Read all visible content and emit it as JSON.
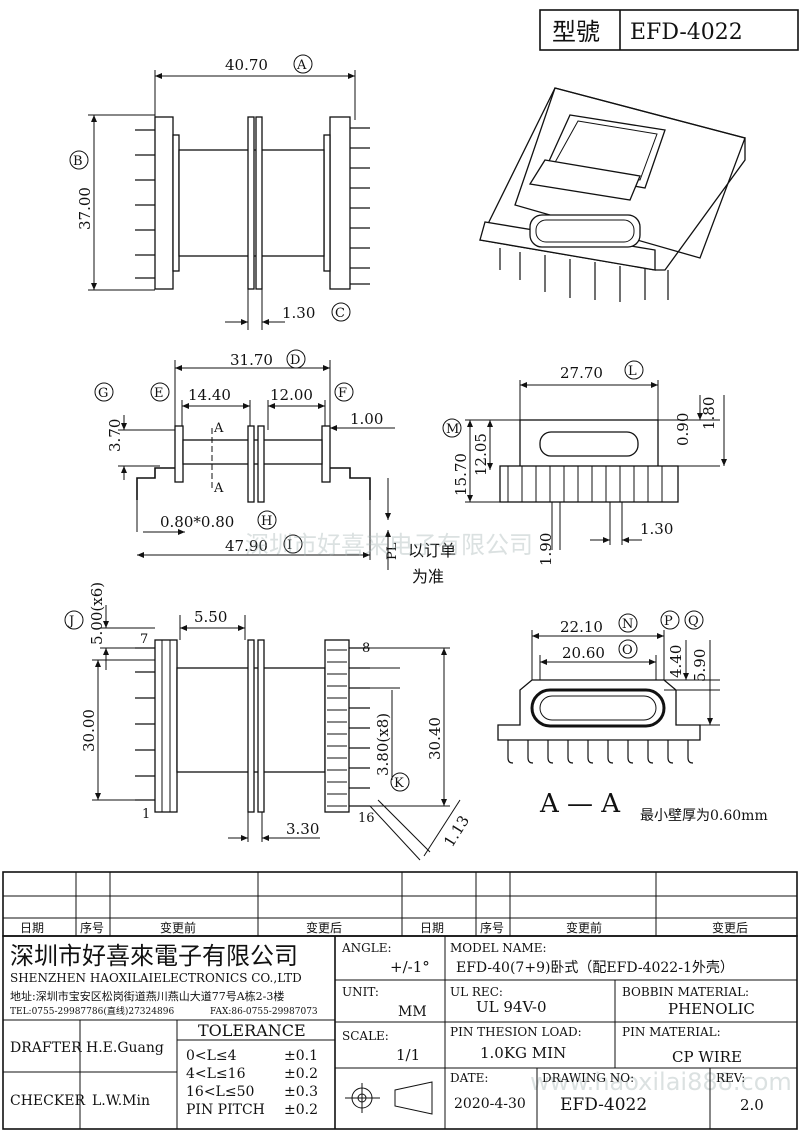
{
  "header": {
    "model_label": "型號",
    "model_value": "EFD-4022"
  },
  "dims": {
    "d_a": "40.70",
    "d_b": "37.00",
    "d_c": "1.30",
    "d_d": "31.70",
    "d_e": "14.40",
    "d_f": "12.00",
    "d_g": "3.70",
    "d_fp": "1.00",
    "d_h": "0.80*0.80",
    "d_i": "47.90",
    "d_l": "27.70",
    "d_m": "15.70",
    "d_m2": "12.05",
    "d_09": "0.90",
    "d_18": "1.80",
    "d_13": "1.30",
    "d_19": "1.90",
    "d_j": "5.00(x6)",
    "d_55": "5.50",
    "d_30": "30.00",
    "d_k": "3.80(x8)",
    "d_304": "30.40",
    "d_33": "3.30",
    "d_113": "1.13",
    "d_n": "22.10",
    "d_o": "20.60",
    "d_p": "4.40",
    "d_q": "5.90"
  },
  "circles": {
    "a": "A",
    "b": "B",
    "c": "C",
    "d": "D",
    "e": "E",
    "f": "F",
    "g": "G",
    "h": "H",
    "i": "I",
    "j": "J",
    "k": "K",
    "l": "L",
    "m": "M",
    "n": "N",
    "o": "O",
    "p": "P",
    "q": "Q"
  },
  "notes": {
    "order_note_1": "以订单",
    "order_note_2": "为准",
    "section_label": "A — A",
    "section_mark": "A",
    "min_wall": "最小壁厚为0.60mm",
    "pin_7": "7",
    "pin_1": "1",
    "pin_8": "8",
    "pin_16": "16"
  },
  "watermark": {
    "line1": "深圳市好喜来电子有限公司",
    "line2": "www.haoxilai888.com"
  },
  "revision_table": {
    "headers": [
      "日期",
      "序号",
      "变更前",
      "变更后",
      "日期",
      "序号",
      "变更前",
      "变更后"
    ]
  },
  "title_block": {
    "company_cn": "深圳市好喜來電子有限公司",
    "company_en": "SHENZHEN HAOXILAIELECTRONICS CO.,LTD",
    "address": "地址:深圳市宝安区松岗街道燕川燕山大道77号A栋2-3楼",
    "tel": "TEL:0755-29987786(直线)27324896",
    "fax": "FAX:86-0755-29987073",
    "angle_label": "ANGLE:",
    "angle_value": "+/-1°",
    "model_name_label": "MODEL NAME:",
    "model_name_value": "EFD-40(7+9)卧式（配EFD-4022-1外壳）",
    "unit_label": "UNIT:",
    "unit_value": "MM",
    "ul_label": "UL REC:",
    "ul_value": "UL 94V-0",
    "bobbin_label": "BOBBIN MATERIAL:",
    "bobbin_value": "PHENOLIC",
    "scale_label": "SCALE:",
    "scale_value": "1/1",
    "pin_load_label": "PIN THESION LOAD:",
    "pin_load_value": "1.0KG MIN",
    "pin_mat_label": "PIN MATERIAL:",
    "pin_mat_value": "CP  WIRE",
    "drafter_label": "DRAFTER",
    "drafter_value": "H.E.Guang",
    "checker_label": "CHECKER",
    "checker_value": "L.W.Min",
    "tolerance_label": "TOLERANCE",
    "tol_rows": [
      {
        "range": "0<L≤4",
        "value": "±0.1"
      },
      {
        "range": "4<L≤16",
        "value": "±0.2"
      },
      {
        "range": "16<L≤50",
        "value": "±0.3"
      },
      {
        "range": "PIN PITCH",
        "value": "±0.2"
      }
    ],
    "date_label": "DATE:",
    "date_value": "2020-4-30",
    "drawing_label": "DRAWING NO:",
    "drawing_value": "EFD-4022",
    "rev_label": "REV:",
    "rev_value": "2.0"
  }
}
